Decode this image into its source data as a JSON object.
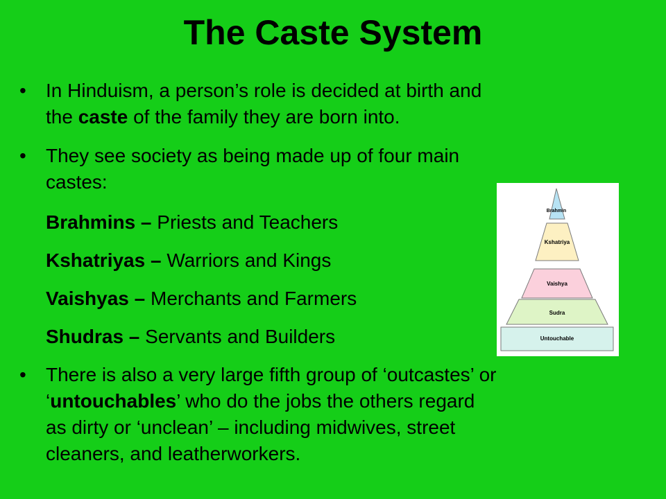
{
  "slide": {
    "title": "The Caste System"
  },
  "bullets": [
    {
      "line1": "In Hinduism, a person’s role is decided at birth and",
      "line2_pre": "the ",
      "line2_bold": "caste",
      "line2_post": " of the family they are born into."
    },
    {
      "line1": "They see society as being made up of four main",
      "line2": "castes:"
    }
  ],
  "castes": [
    {
      "name": "Brahmins – ",
      "role": "Priests and Teachers"
    },
    {
      "name": "Kshatriyas – ",
      "role": "Warriors and Kings"
    },
    {
      "name": "Vaishyas – ",
      "role": "Merchants and Farmers"
    },
    {
      "name": "Shudras – ",
      "role": "Servants and Builders"
    }
  ],
  "final_bullet": {
    "line1": "There is also a very large fifth group of ‘outcastes’ or",
    "line2_open": "‘",
    "line2_bold": "untouchables",
    "line2_rest": "’ who do the jobs the others regard",
    "line3": "as dirty or ‘unclean’ – including midwives, street",
    "line4": "cleaners, and leatherworkers."
  },
  "pyramid": {
    "levels": [
      {
        "label": "Brahmin",
        "color": "#b7e3f4"
      },
      {
        "label": "Kshatriya",
        "color": "#fdf0c2"
      },
      {
        "label": "Vaishya",
        "color": "#fbd0dc"
      },
      {
        "label": "Sudra",
        "color": "#def4c6"
      },
      {
        "label": "Untouchable",
        "color": "#d6f2ec"
      }
    ]
  }
}
